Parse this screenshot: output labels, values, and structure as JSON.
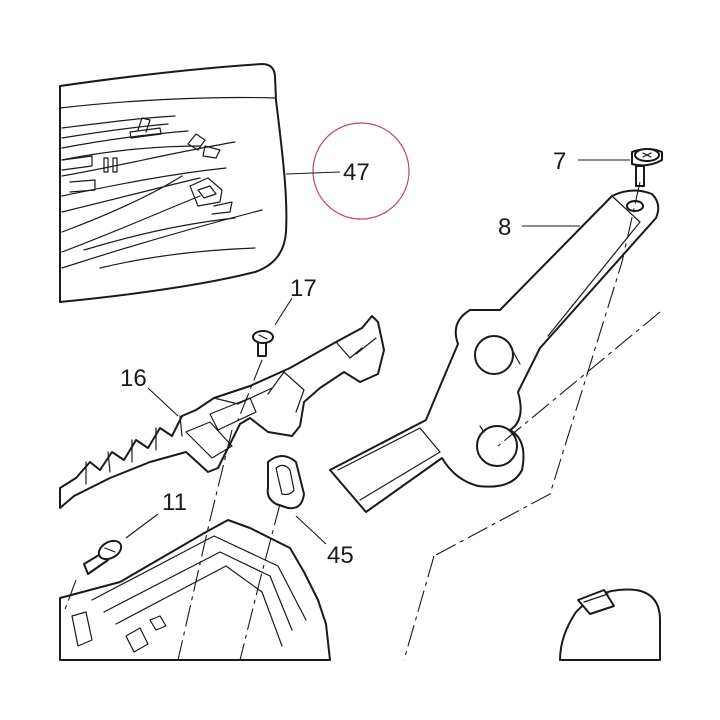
{
  "diagram": {
    "callouts": [
      {
        "id": "c47",
        "label": "47"
      },
      {
        "id": "c7",
        "label": "7"
      },
      {
        "id": "c8",
        "label": "8"
      },
      {
        "id": "c17",
        "label": "17"
      },
      {
        "id": "c16",
        "label": "16"
      },
      {
        "id": "c11",
        "label": "11"
      },
      {
        "id": "c45",
        "label": "45"
      }
    ],
    "colors": {
      "line": "#1a1a1a",
      "highlight_circle": "#c0485a",
      "background": "#ffffff"
    }
  }
}
